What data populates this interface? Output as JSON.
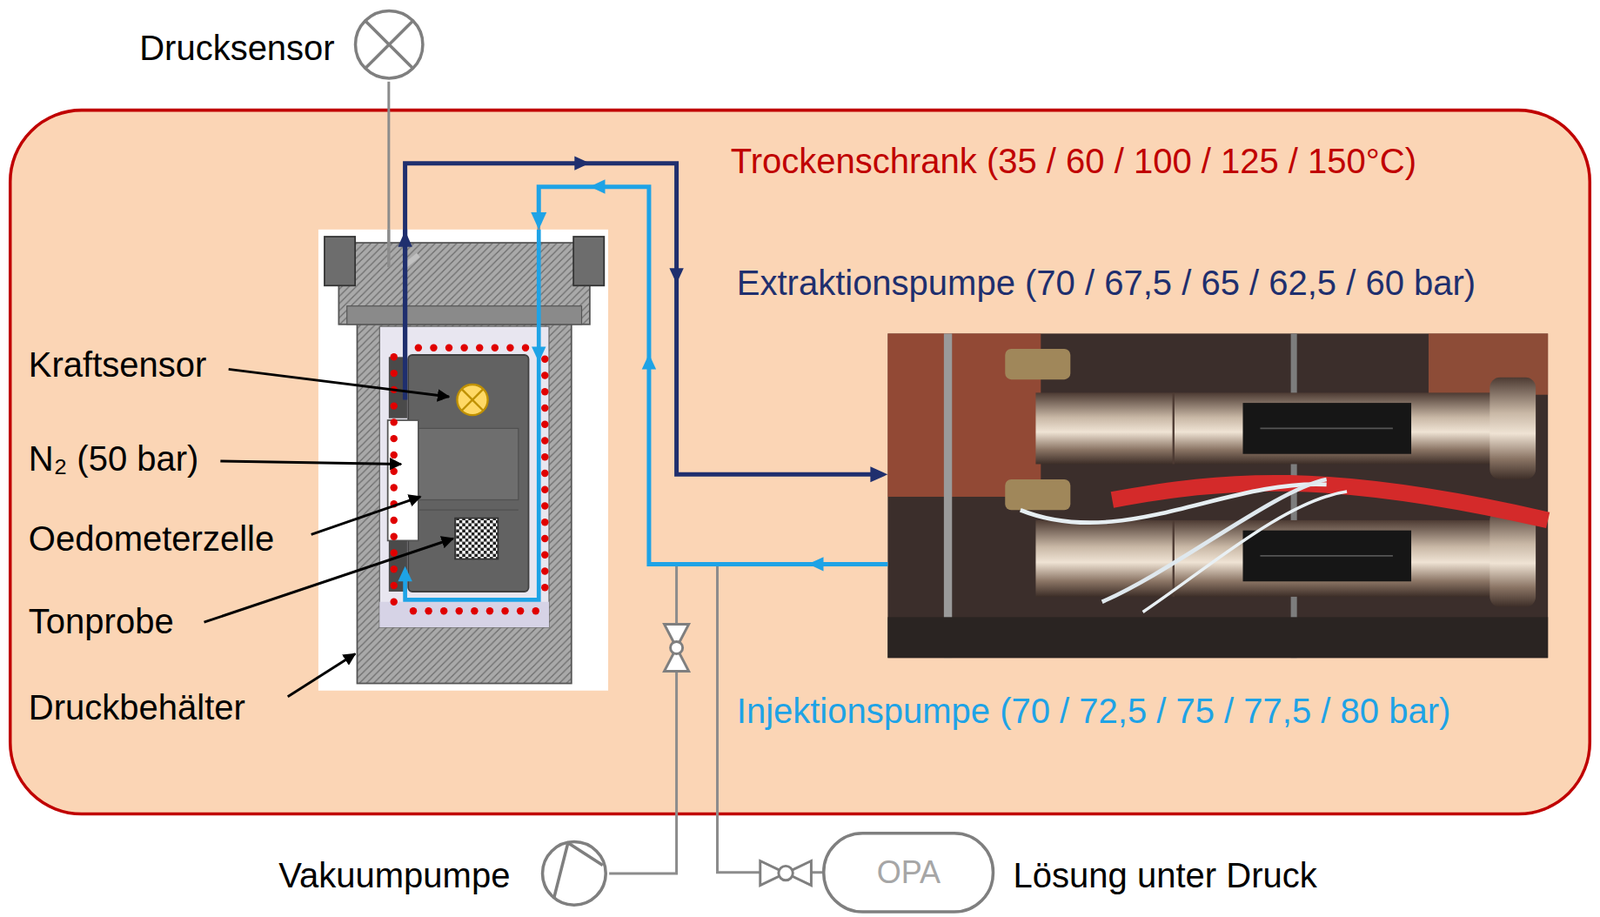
{
  "diagram": {
    "nodes": [
      {
        "text": [
          "Drucksensor"
        ]
      },
      {
        "text": [
          "Trockenschrank (35 / 60 / 100 / 125 / 150°C)"
        ]
      },
      {
        "text": [
          "Druckbehälter"
        ],
        "in": 1
      },
      {
        "text": [
          "Extraktionspumpe (70 / 67,5 / 65 / 62,5 / 60 bar)",
          "Injektionspumpe (70 / 72,5 / 75 / 77,5 / 80 bar)"
        ],
        "in": 1
      },
      {
        "text": [
          "Vakuumpumpe"
        ]
      },
      {
        "text": [
          "OPA",
          "Lösung unter Druck"
        ]
      }
    ],
    "edges": [
      {
        "from": 0,
        "to": 2,
        "arrow": "none"
      },
      {
        "from": 2,
        "to": 3,
        "arrow": "to"
      },
      {
        "from": 3,
        "to": 2,
        "arrow": "to"
      },
      {
        "from": 4,
        "to": 2,
        "arrow": "none"
      },
      {
        "from": 5,
        "to": 2,
        "arrow": "none"
      }
    ],
    "labels": [
      "Kraftsensor",
      "N₂ (50 bar)",
      "Oedometerzelle",
      "Tonprobe"
    ]
  }
}
